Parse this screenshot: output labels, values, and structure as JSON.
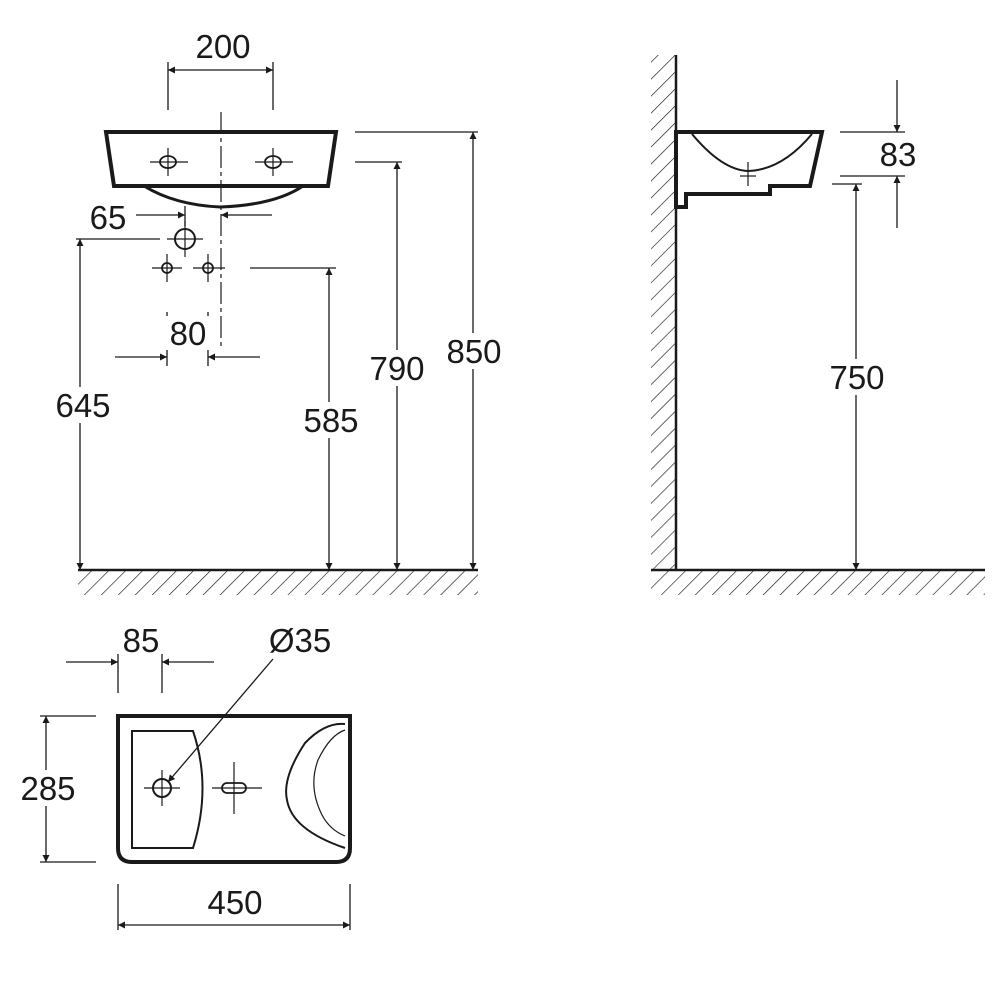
{
  "colors": {
    "ink": "#1a1a1a",
    "paper": "#ffffff"
  },
  "front_view": {
    "dims": {
      "tap_hole_spacing": "200",
      "waste_offset": "65",
      "supply_spacing": "80",
      "waste_height": "645",
      "supply_height": "585",
      "underside_height": "790",
      "rim_height": "850"
    }
  },
  "side_view": {
    "dims": {
      "basin_depth": "83",
      "underside_height": "750"
    }
  },
  "plan_view": {
    "dims": {
      "side_offset": "85",
      "hole_diameter": "Ø35",
      "depth": "285",
      "width": "450"
    }
  }
}
